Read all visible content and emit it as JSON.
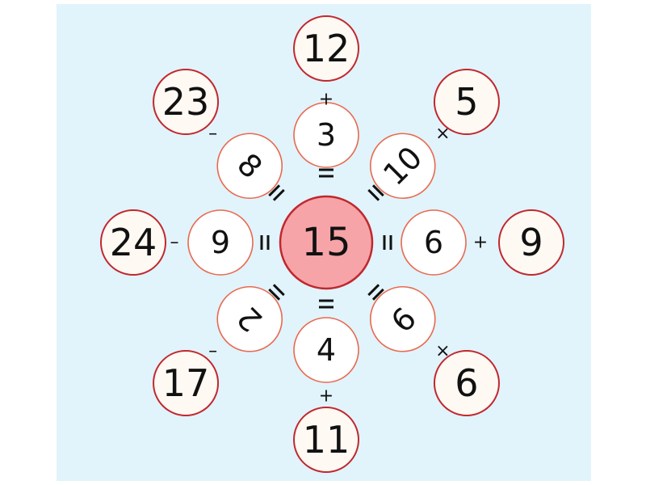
{
  "colors": {
    "panel_background": "#e1f3fb",
    "center_fill": "#f6a4a8",
    "center_stroke": "#c0282e",
    "inner_stroke": "#e8694e",
    "outer_stroke": "#c0282e",
    "outer_fill": "#fff9f3",
    "inner_fill": "#ffffff"
  },
  "center": {
    "value": "15"
  },
  "spokes": [
    {
      "direction": "up",
      "inner": "3",
      "outer": "12",
      "relation": "=",
      "operator": "+"
    },
    {
      "direction": "up-right",
      "inner": "10",
      "outer": "5",
      "relation": "=",
      "operator": "×"
    },
    {
      "direction": "right",
      "inner": "6",
      "outer": "9",
      "relation": "=",
      "operator": "+"
    },
    {
      "direction": "down-right",
      "inner": "9",
      "outer": "6",
      "relation": "=",
      "operator": "×"
    },
    {
      "direction": "down",
      "inner": "4",
      "outer": "11",
      "relation": "=",
      "operator": "+"
    },
    {
      "direction": "down-left",
      "inner": "2",
      "outer": "17",
      "relation": "=",
      "operator": "–"
    },
    {
      "direction": "left",
      "inner": "9",
      "outer": "24",
      "relation": "=",
      "operator": "–"
    },
    {
      "direction": "up-left",
      "inner": "8",
      "outer": "23",
      "relation": "=",
      "operator": "–"
    }
  ]
}
